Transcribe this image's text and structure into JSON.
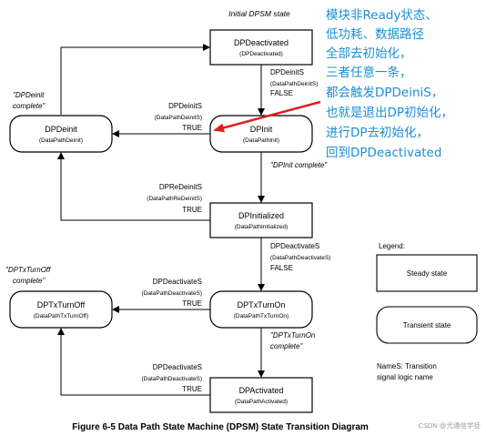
{
  "initial_label": "Initial DPSM state",
  "states": {
    "dpdeactivated": {
      "name": "DPDeactivated",
      "sub": "(DPDeactivated)"
    },
    "dpinit": {
      "name": "DPInit",
      "sub": "(DataPathInit)"
    },
    "dpdeinit": {
      "name": "DPDeinit",
      "sub": "(DataPathDeinit)"
    },
    "dpinitialized": {
      "name": "DPInitialized",
      "sub": "(DataPathInitialized)"
    },
    "dptxturnon": {
      "name": "DPTxTurnOn",
      "sub": "(DataPathTxTurnOn)"
    },
    "dptxturnoff": {
      "name": "DPTxTurnOff",
      "sub": "(DataPathTxTurnOff)"
    },
    "dpactivated": {
      "name": "DPActivated",
      "sub": "(DataPathActivated)"
    }
  },
  "transitions": {
    "deinits_deact": {
      "name": "DPDeinitS",
      "sub": "(DataPathDeinitS)",
      "value": "FALSE"
    },
    "deinits_init": {
      "name": "DPDeinitS",
      "sub": "(DataPathDeinitS)",
      "value": "TRUE"
    },
    "redeinits": {
      "name": "DPReDeinitS",
      "sub": "(DataPathReDeinitS)",
      "value": "TRUE"
    },
    "deactivates_init": {
      "name": "DPDeactivateS",
      "sub": "(DataPathDeactivateS)",
      "value": "FALSE"
    },
    "deactivates_turnon": {
      "name": "DPDeactivateS",
      "sub": "(DataPathDeactivateS)",
      "value": "TRUE"
    },
    "deactivates_act": {
      "name": "DPDeactivateS",
      "sub": "(DataPathDeactivateS)",
      "value": "TRUE"
    }
  },
  "completes": {
    "dpinit_complete": "\"DPInit complete\"",
    "dpdeinit_complete": [
      "\"DPDeinit",
      "complete\""
    ],
    "dptxturnoff_complete": [
      "\"DPTxTurnOff",
      "complete\""
    ],
    "dptxturnon_complete": [
      "\"DPTxTurnOn",
      "complete\""
    ]
  },
  "legend": {
    "title": "Legend:",
    "steady": "Steady state",
    "transient": "Transient state",
    "names_note": [
      "NameS: Transition",
      "signal logic name"
    ]
  },
  "annotation": [
    "模块非Ready状态、",
    "低功耗、数据路径",
    "全部去初始化，",
    "三者任意一条，",
    "都会触发DPDeiniS，",
    "也就是退出DP初始化，",
    "进行DP去初始化，",
    "回到DPDeactivated"
  ],
  "caption": "Figure 6-5 Data Path State Machine (DPSM) State Transition Diagram",
  "watermark": "CSDN @光通信学徒",
  "colors": {
    "annotation": "#1a8fd6",
    "arrow_red": "#e02020",
    "line": "#000000"
  }
}
